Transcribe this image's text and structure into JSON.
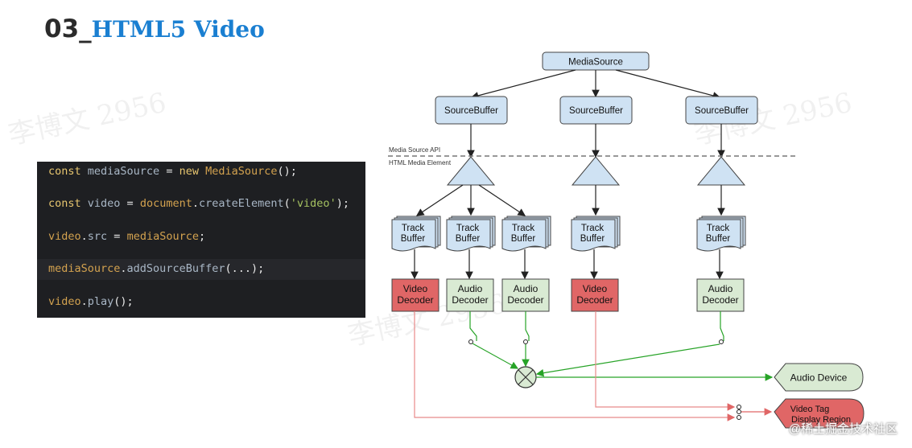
{
  "header": {
    "number": "03_",
    "title": "HTML5 Video"
  },
  "code": {
    "lines": [
      "const mediaSource = new MediaSource();",
      "const video = document.createElement('video');",
      "video.src = mediaSource;",
      "mediaSource.addSourceBuffer(...);",
      "video.play();"
    ]
  },
  "diagram": {
    "media_source": "MediaSource",
    "source_buffers": [
      "SourceBuffer",
      "SourceBuffer",
      "SourceBuffer"
    ],
    "api_label": "Media Source API",
    "element_label": "HTML Media Element",
    "track_buffers": [
      [
        "Track",
        "Buffer"
      ],
      [
        "Track",
        "Buffer"
      ],
      [
        "Track",
        "Buffer"
      ],
      [
        "Track",
        "Buffer"
      ],
      [
        "Track",
        "Buffer"
      ]
    ],
    "decoders": [
      {
        "lines": [
          "Video",
          "Decoder"
        ],
        "kind": "video"
      },
      {
        "lines": [
          "Audio",
          "Decoder"
        ],
        "kind": "audio"
      },
      {
        "lines": [
          "Audio",
          "Decoder"
        ],
        "kind": "audio"
      },
      {
        "lines": [
          "Video",
          "Decoder"
        ],
        "kind": "video"
      },
      {
        "lines": [
          "Audio",
          "Decoder"
        ],
        "kind": "audio"
      }
    ],
    "audio_device": "Audio Device",
    "video_region": [
      "Video Tag",
      "Display Region"
    ],
    "colors": {
      "blue_fill": "#cfe2f3",
      "green_fill": "#d9ead3",
      "red_fill": "#e06666",
      "green_line": "#27a327",
      "red_line": "#e88a8a",
      "dark_line": "#222222"
    }
  },
  "watermark": "李博文 2956",
  "credit": "@稀土掘金技术社区"
}
